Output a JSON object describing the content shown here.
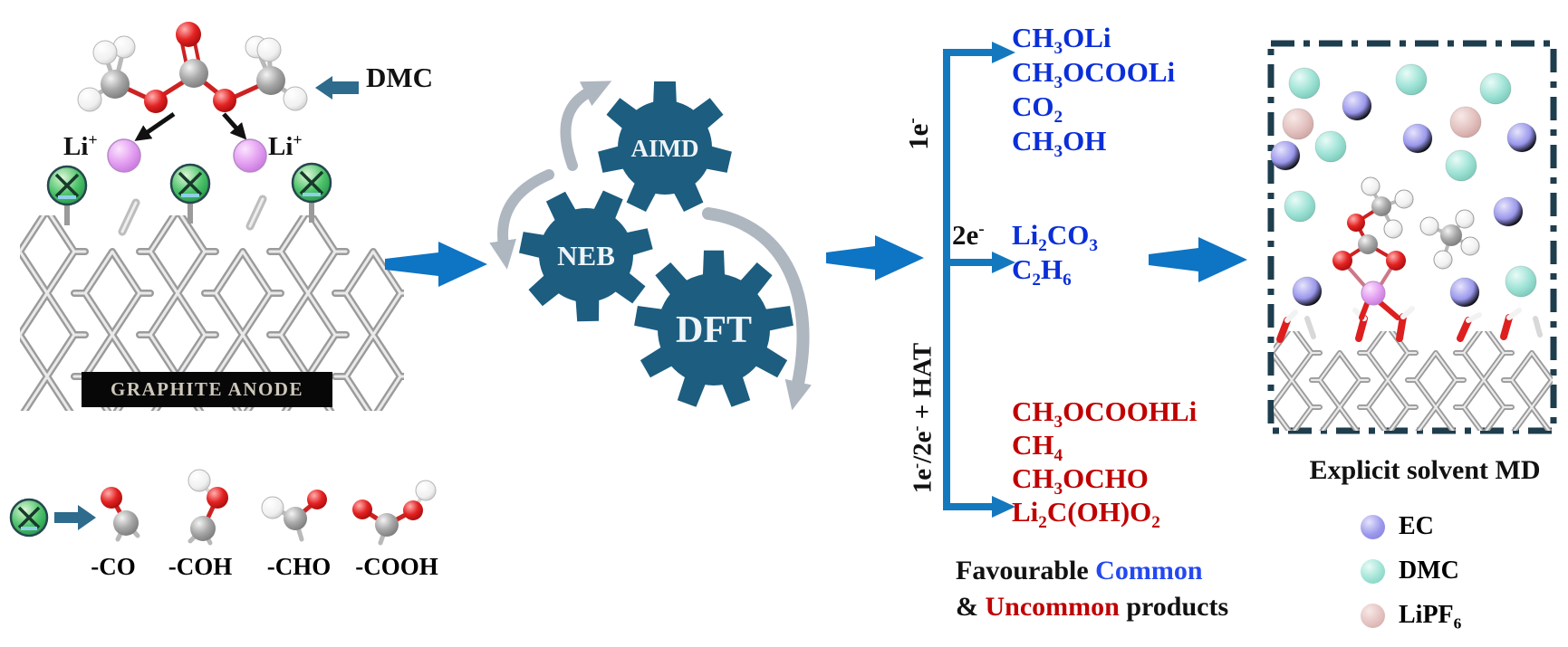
{
  "figure": {
    "left_panel": {
      "dmc_arrow_label": "DMC",
      "li_ion_label": "Li^+^",
      "anode_label": "GRAPHITE ANODE",
      "functional_groups": [
        "-CO",
        "-COH",
        "-CHO",
        "-COOH"
      ]
    },
    "gears": {
      "aimd": "AIMD",
      "neb": "NEB",
      "dft": "DFT"
    },
    "pathways": [
      {
        "label": "1e^-^",
        "products": [
          "CH_3_OLi",
          "CH_3_OCOOLi",
          "CO_2_",
          "CH_3_OH"
        ],
        "color": "#0a2ed8"
      },
      {
        "label": "2e^-^",
        "products": [
          "Li_2_CO_3_",
          "C_2_H_6_"
        ],
        "color": "#0a2ed8"
      },
      {
        "label": "1e^-^/2e^-^ + HAT",
        "products": [
          "CH_3_OCOOHLi",
          "CH_4_",
          "CH_3_OCHO",
          "Li_2_C(OH)O_2_"
        ],
        "color": "#c00000"
      }
    ],
    "caption": {
      "black1": "Favourable ",
      "blue": "Common",
      "black2": "& ",
      "red": "Uncommon",
      "black3": " products"
    },
    "right_panel": {
      "title": "Explicit solvent MD",
      "legend": [
        {
          "label": "EC",
          "color": "#9a97ec"
        },
        {
          "label": "DMC",
          "color": "#9fe3d6"
        },
        {
          "label": "LiPF_6_",
          "color": "#e3c2c0"
        }
      ]
    },
    "colors": {
      "common_products_blue": "#0a2ed8",
      "uncommon_products_red": "#c00000",
      "flow_arrow_blue": "#0e74c4",
      "gear_teal": "#1c5d80",
      "cycle_arrow_gray": "#aeb6c0"
    }
  }
}
